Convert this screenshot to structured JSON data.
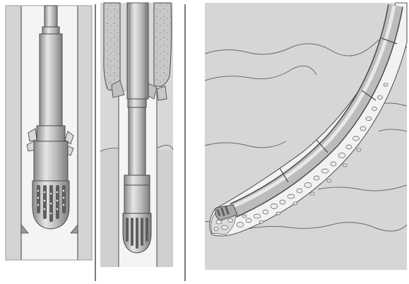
{
  "figure": {
    "panels": [
      {
        "id": "panel-1",
        "depicts": "drill-bit-in-vertical-borehole"
      },
      {
        "id": "panel-2",
        "depicts": "drill-bit-with-cement-plug-and-cuttings"
      },
      {
        "id": "panel-3",
        "depicts": "directional-wellbore-filled-with-cuttings"
      }
    ],
    "colors": {
      "background": "#ffffff",
      "formation": "#d4d4d4",
      "borehole": "#f4f4f4",
      "steel": "#bcbcbc",
      "steel_highlight": "#e6e6e6",
      "steel_shadow": "#8a8a8a",
      "outline": "#4a4a4a",
      "cement": "#c8c8c8",
      "stratum_line": "#6a6a6a"
    }
  }
}
